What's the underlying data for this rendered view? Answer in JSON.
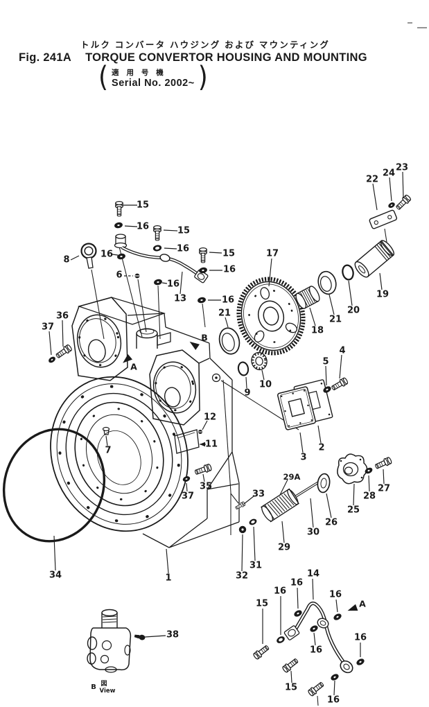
{
  "page": {
    "bg": "#ffffff",
    "ink": "#1a1a1a"
  },
  "header": {
    "title_jp": "トルク  コンバータ  ハウジング  および  マウンティング",
    "fig_label": "Fig. 241A",
    "title_en": "TORQUE CONVERTOR HOUSING AND MOUNTING",
    "serial_jp": "適 用 号 機",
    "serial_en": "Serial No. 2002~",
    "paren_open": "(",
    "paren_close": ")"
  },
  "view_note": {
    "marker": "B",
    "zu_label": "図",
    "view_label": "View"
  },
  "diagram": {
    "labels": [
      [
        "15",
        206,
        296,
        198,
        296,
        178,
        296
      ],
      [
        "16",
        206,
        327,
        198,
        327,
        180,
        326
      ],
      [
        "15",
        265,
        333,
        256,
        333,
        236,
        332
      ],
      [
        "16",
        264,
        359,
        255,
        359,
        237,
        358
      ],
      [
        "15",
        330,
        366,
        320,
        365,
        302,
        364
      ],
      [
        "16",
        331,
        389,
        321,
        390,
        302,
        390
      ],
      [
        "16",
        154,
        367,
        162,
        367,
        170,
        368
      ],
      [
        "8",
        96,
        375,
        102,
        375,
        114,
        369
      ],
      [
        "6",
        172,
        397,
        179,
        398,
        192,
        398,
        "d"
      ],
      [
        "16",
        250,
        410,
        241,
        409,
        234,
        408
      ],
      [
        "13",
        260,
        431,
        260,
        424,
        263,
        392
      ],
      [
        "16",
        329,
        433,
        319,
        433,
        300,
        433
      ],
      [
        "17",
        393,
        366,
        392,
        373,
        388,
        413
      ],
      [
        "18",
        458,
        477,
        455,
        470,
        447,
        444
      ],
      [
        "21",
        484,
        461,
        482,
        454,
        475,
        425
      ],
      [
        "20",
        510,
        448,
        508,
        441,
        503,
        405
      ],
      [
        "19",
        552,
        425,
        551,
        418,
        548,
        394
      ],
      [
        "22",
        537,
        259,
        538,
        265,
        544,
        303
      ],
      [
        "24",
        561,
        250,
        562,
        256,
        565,
        290
      ],
      [
        "23",
        580,
        242,
        581,
        248,
        582,
        286
      ],
      [
        "21",
        324,
        452,
        325,
        458,
        329,
        472
      ],
      [
        "9",
        357,
        567,
        356,
        560,
        355,
        544
      ],
      [
        "10",
        383,
        555,
        381,
        548,
        378,
        534
      ],
      [
        "5",
        470,
        522,
        470,
        528,
        471,
        556
      ],
      [
        "4",
        494,
        506,
        493,
        512,
        490,
        546
      ],
      [
        "2",
        464,
        646,
        463,
        639,
        459,
        614
      ],
      [
        "3",
        438,
        660,
        437,
        653,
        433,
        624
      ],
      [
        "12",
        303,
        602,
        299,
        607,
        292,
        620
      ],
      [
        "11",
        305,
        641,
        297,
        641,
        288,
        641,
        "a"
      ],
      [
        "7",
        156,
        650,
        155,
        643,
        153,
        629
      ],
      [
        "36",
        90,
        456,
        90,
        462,
        91,
        500
      ],
      [
        "37",
        69,
        472,
        71,
        478,
        74,
        512
      ],
      [
        "35",
        297,
        702,
        295,
        695,
        293,
        684
      ],
      [
        "37",
        271,
        716,
        270,
        709,
        269,
        697
      ],
      [
        "34",
        80,
        830,
        80,
        823,
        78,
        773
      ],
      [
        "1",
        243,
        834,
        243,
        827,
        240,
        792
      ],
      [
        "33",
        373,
        713,
        366,
        716,
        352,
        727
      ],
      [
        "32",
        349,
        831,
        349,
        824,
        350,
        771
      ],
      [
        "31",
        369,
        816,
        368,
        809,
        366,
        760
      ],
      [
        "29",
        410,
        790,
        410,
        783,
        407,
        752
      ],
      [
        "30",
        452,
        768,
        452,
        761,
        448,
        719
      ],
      [
        "26",
        478,
        754,
        478,
        747,
        471,
        712
      ],
      [
        "25",
        510,
        736,
        510,
        729,
        511,
        698
      ],
      [
        "28",
        533,
        716,
        533,
        709,
        532,
        686
      ],
      [
        "27",
        554,
        705,
        554,
        698,
        553,
        677
      ],
      [
        "29A",
        421,
        688,
        415,
        692,
        404,
        714
      ],
      [
        "38",
        249,
        916,
        239,
        917,
        209,
        919
      ],
      [
        "14",
        452,
        828,
        451,
        835,
        452,
        865
      ],
      [
        "16",
        428,
        841,
        429,
        848,
        430,
        878
      ],
      [
        "16",
        404,
        853,
        405,
        860,
        405,
        916
      ],
      [
        "15",
        378,
        871,
        379,
        878,
        379,
        929
      ],
      [
        "16",
        484,
        858,
        485,
        865,
        487,
        883
      ],
      [
        "16",
        456,
        938,
        455,
        931,
        453,
        913
      ],
      [
        "16",
        520,
        920,
        520,
        927,
        520,
        948
      ],
      [
        "16",
        481,
        1010,
        482,
        1003,
        483,
        982
      ],
      [
        "15",
        420,
        992,
        421,
        985,
        420,
        968
      ]
    ],
    "view_arrows": [
      [
        "A",
        193,
        529,
        184,
        518,
        140
      ],
      [
        "B",
        295,
        487,
        281,
        498,
        215
      ],
      [
        "A",
        523,
        871,
        510,
        878,
        160
      ]
    ],
    "fasteners": [
      [
        "bolt-v",
        172,
        302,
        0,
        1
      ],
      [
        "bolt-v",
        227,
        337,
        0,
        1
      ],
      [
        "bolt-v",
        293,
        369,
        0,
        1
      ],
      [
        "bolt-a",
        489,
        555,
        150,
        1
      ],
      [
        "bolt-a",
        581,
        293,
        135,
        1
      ],
      [
        "bolt-a",
        552,
        669,
        155,
        1
      ],
      [
        "bolt-a",
        91,
        508,
        145,
        1
      ],
      [
        "bolt-a",
        292,
        678,
        160,
        1
      ],
      [
        "bolt-a",
        346,
        730,
        150,
        0.62
      ],
      [
        "bolt-a",
        378,
        940,
        -38,
        1
      ],
      [
        "bolt-a",
        420,
        959,
        -38,
        1
      ],
      [
        "bolt-a",
        457,
        993,
        -38,
        1
      ],
      [
        "washer-filled",
        171,
        325,
        -12,
        1
      ],
      [
        "washer-filled",
        175,
        370,
        -12,
        1
      ],
      [
        "washer-filled",
        228,
        407,
        -12,
        1
      ],
      [
        "washer-filled",
        293,
        390,
        -12,
        1
      ],
      [
        "washer-filled",
        291,
        433,
        -12,
        1
      ],
      [
        "washer-filled",
        565,
        296,
        -30,
        0.85
      ],
      [
        "washer-filled",
        472,
        562,
        -30,
        1
      ],
      [
        "washer-filled",
        75,
        519,
        -35,
        0.9
      ],
      [
        "washer-filled",
        269,
        691,
        -20,
        0.9
      ],
      [
        "washer-filled",
        430,
        885,
        -30,
        1
      ],
      [
        "washer-filled",
        453,
        907,
        -30,
        1
      ],
      [
        "washer-filled",
        487,
        890,
        -30,
        1
      ],
      [
        "washer-filled",
        520,
        955,
        -30,
        1
      ],
      [
        "washer-filled",
        483,
        977,
        -30,
        1
      ],
      [
        "washer-filled",
        532,
        679,
        -25,
        0.95
      ],
      [
        "washer-ring",
        227,
        358,
        -12,
        1
      ],
      [
        "washer-ring",
        405,
        923,
        -30,
        1
      ],
      [
        "washer-ring",
        365,
        753,
        -25,
        0.92
      ],
      [
        "nut-filled",
        350,
        764,
        0,
        1
      ],
      [
        "screw",
        198,
        398,
        0,
        1
      ],
      [
        "screw",
        289,
        623,
        0,
        0.9
      ]
    ]
  }
}
